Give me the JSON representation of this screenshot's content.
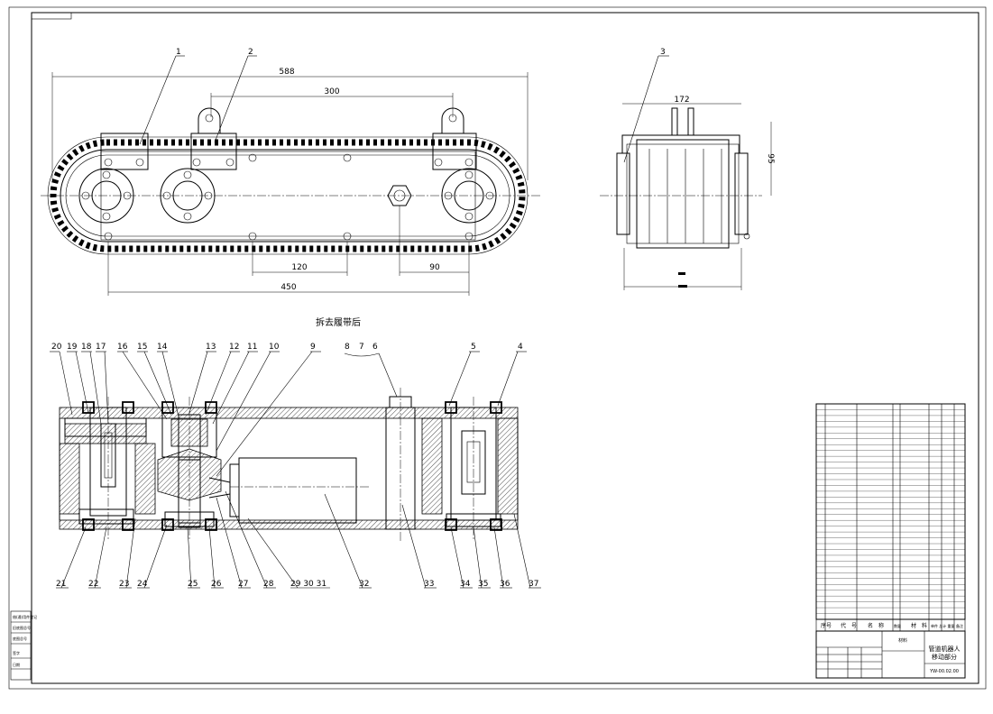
{
  "drawing": {
    "section_title": "拆去履带后",
    "dimensions": {
      "overall_length": "588",
      "lug_span": "300",
      "bottom_span_a": "120",
      "bottom_span_b": "90",
      "wheel_span": "450",
      "side_width": "172",
      "side_height": "95"
    },
    "part_numbers_top": [
      "1",
      "2",
      "3"
    ],
    "part_numbers_section_top": [
      "20",
      "19",
      "18",
      "17",
      "16",
      "15",
      "14",
      "13",
      "12",
      "11",
      "10",
      "9",
      "8",
      "7",
      "6",
      "5",
      "4"
    ],
    "part_numbers_section_bottom": [
      "21",
      "22",
      "23",
      "24",
      "25",
      "26",
      "27",
      "28",
      "29 30 31",
      "32",
      "33",
      "34",
      "35",
      "36",
      "37"
    ]
  },
  "title_block": {
    "assembly_name_line1": "管道机器人",
    "assembly_name_line2": "移动部分",
    "drawing_number": "YW-00.02.00",
    "material_cell": "材料",
    "header_index": "序号",
    "header_code": "代　号",
    "header_name": "名　称",
    "header_qty": "数量",
    "header_material": "材　料",
    "header_weight": "单件 总计 重量",
    "header_remark": "备注"
  },
  "side_stamp": {
    "labels": [
      "借(通)用件登记",
      "旧底图总号",
      "底图总号",
      "签字",
      "日期"
    ]
  }
}
